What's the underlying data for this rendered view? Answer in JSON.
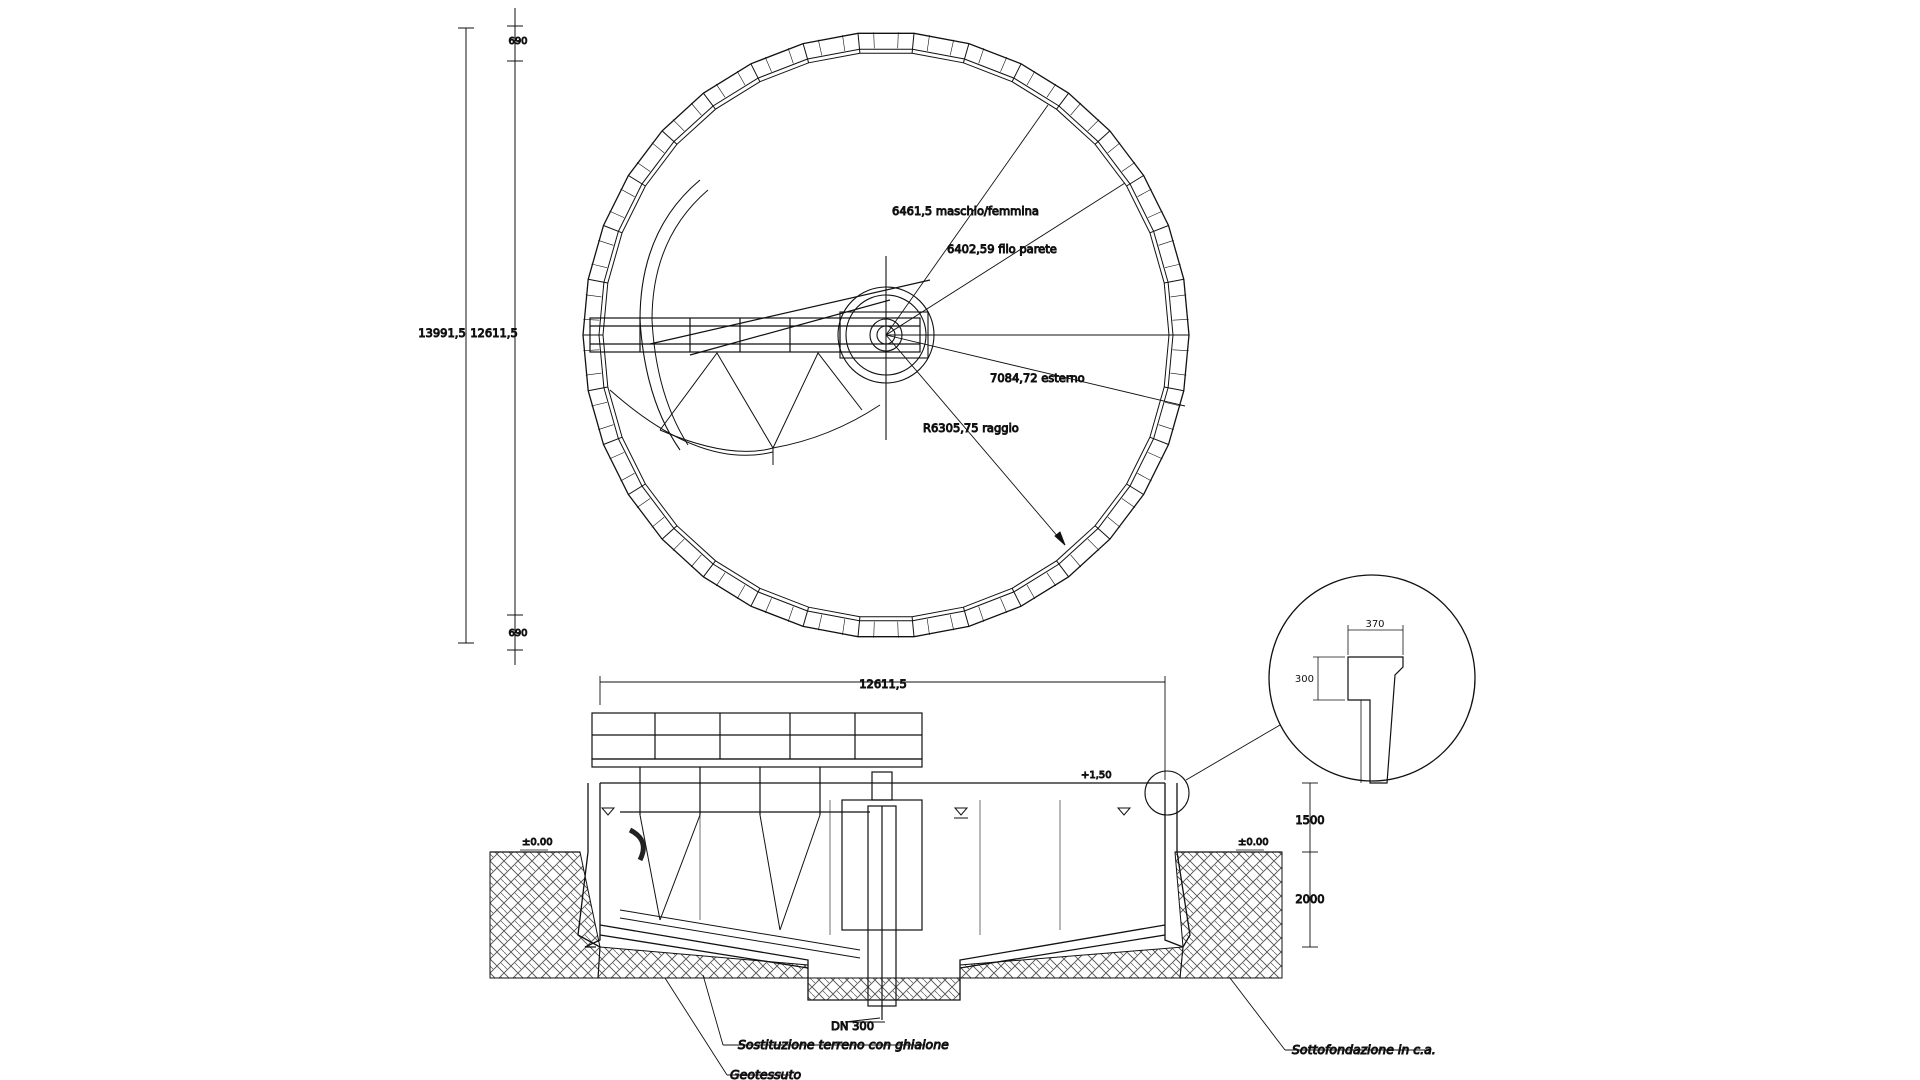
{
  "plan": {
    "dim_total_height": "13991,5",
    "dim_inner_height": "12611,5",
    "dim_top_offset": "690",
    "dim_bottom_offset": "690",
    "label_male_female": "6461,5 maschio/femmina",
    "label_wall": "6402,59 filo parete",
    "label_outer": "7084,72 esterno",
    "label_radius": "R6305,75 raggio"
  },
  "section": {
    "dim_width": "12611,5",
    "level_top": "+1,50",
    "level_ground_left": "±0.00",
    "level_ground_right": "±0.00",
    "dim_upper": "1500",
    "dim_lower": "2000",
    "pipe_label": "DN 300",
    "label_soil_replacement": "Sostituzione terreno con ghiaione",
    "label_geotextile": "Geotessuto",
    "label_subfoundation": "Sottofondazione in c.a."
  },
  "detail": {
    "dim_width": "370",
    "dim_height": "300"
  },
  "colors": {
    "line": "#111111",
    "hatch": "#555555",
    "background": "#ffffff"
  }
}
